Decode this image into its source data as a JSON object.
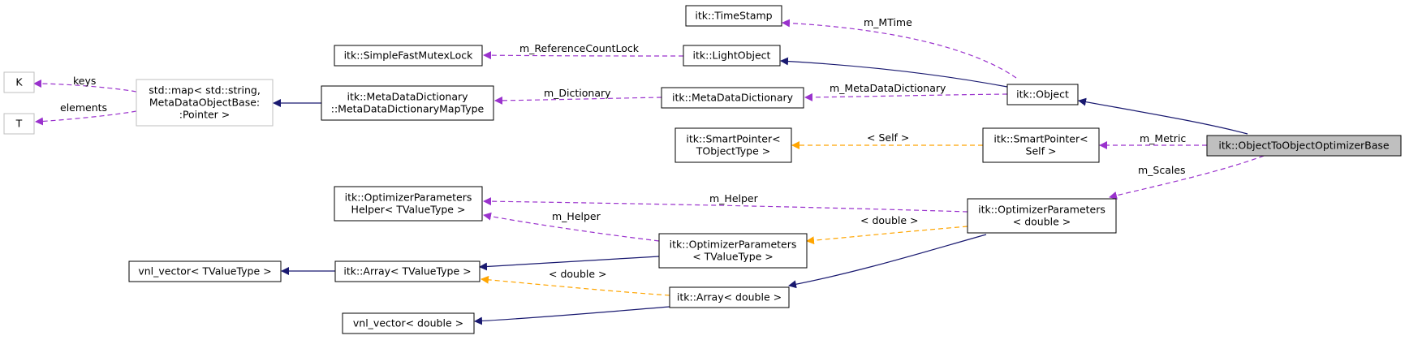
{
  "colors": {
    "inheritance": "#191970",
    "usage": "#9a32cd",
    "template": "#ffa500",
    "node_border": "#000000",
    "node_border_undocumented": "#bfbfbf",
    "focus_fill": "#bfbfbf"
  },
  "nodes": [
    {
      "id": "K",
      "lines": [
        "K"
      ],
      "style": "gray"
    },
    {
      "id": "T",
      "lines": [
        "T"
      ],
      "style": "gray"
    },
    {
      "id": "stdmap",
      "lines": [
        "std::map< std::string,",
        "MetaDataObjectBase:",
        ":Pointer >"
      ],
      "style": "gray"
    },
    {
      "id": "mddmap",
      "lines": [
        "itk::MetaDataDictionary",
        "::MetaDataDictionaryMapType"
      ],
      "style": "normal"
    },
    {
      "id": "sfml",
      "lines": [
        "itk::SimpleFastMutexLock"
      ],
      "style": "normal"
    },
    {
      "id": "timestamp",
      "lines": [
        "itk::TimeStamp"
      ],
      "style": "normal"
    },
    {
      "id": "lightobject",
      "lines": [
        "itk::LightObject"
      ],
      "style": "normal"
    },
    {
      "id": "mdd",
      "lines": [
        "itk::MetaDataDictionary"
      ],
      "style": "normal"
    },
    {
      "id": "object",
      "lines": [
        "itk::Object"
      ],
      "style": "normal"
    },
    {
      "id": "sp_t",
      "lines": [
        "itk::SmartPointer<",
        "TObjectType >"
      ],
      "style": "normal"
    },
    {
      "id": "sp_self",
      "lines": [
        "itk::SmartPointer<",
        "Self >"
      ],
      "style": "normal"
    },
    {
      "id": "focus",
      "lines": [
        "itk::ObjectToObjectOptimizerBase"
      ],
      "style": "focus"
    },
    {
      "id": "oph",
      "lines": [
        "itk::OptimizerParameters",
        "Helper< TValueType >"
      ],
      "style": "normal"
    },
    {
      "id": "op_double",
      "lines": [
        "itk::OptimizerParameters",
        "< double >"
      ],
      "style": "normal"
    },
    {
      "id": "op_tvalue",
      "lines": [
        "itk::OptimizerParameters",
        "< TValueType >"
      ],
      "style": "normal"
    },
    {
      "id": "vnl_tvalue",
      "lines": [
        "vnl_vector< TValueType >"
      ],
      "style": "normal"
    },
    {
      "id": "array_tvalue",
      "lines": [
        "itk::Array< TValueType >"
      ],
      "style": "normal"
    },
    {
      "id": "array_double",
      "lines": [
        "itk::Array< double >"
      ],
      "style": "normal"
    },
    {
      "id": "vnl_double",
      "lines": [
        "vnl_vector< double >"
      ],
      "style": "normal"
    }
  ],
  "edges": [
    {
      "id": "e_keys",
      "kind": "usage",
      "label": "keys"
    },
    {
      "id": "e_elements",
      "kind": "usage",
      "label": "elements"
    },
    {
      "id": "e_map_inherit",
      "kind": "inheritance",
      "label": ""
    },
    {
      "id": "e_refcount",
      "kind": "usage",
      "label": "m_ReferenceCountLock"
    },
    {
      "id": "e_dictionary",
      "kind": "usage",
      "label": "m_Dictionary"
    },
    {
      "id": "e_mtime",
      "kind": "usage",
      "label": "m_MTime"
    },
    {
      "id": "e_light_inherit",
      "kind": "inheritance",
      "label": ""
    },
    {
      "id": "e_mdd",
      "kind": "usage",
      "label": "m_MetaDataDictionary"
    },
    {
      "id": "e_object_inherit",
      "kind": "inheritance",
      "label": ""
    },
    {
      "id": "e_self",
      "kind": "template",
      "label": "< Self >"
    },
    {
      "id": "e_metric",
      "kind": "usage",
      "label": "m_Metric"
    },
    {
      "id": "e_scales",
      "kind": "usage",
      "label": "m_Scales"
    },
    {
      "id": "e_helper1",
      "kind": "usage",
      "label": "m_Helper"
    },
    {
      "id": "e_helper2",
      "kind": "usage",
      "label": "m_Helper"
    },
    {
      "id": "e_op_double_tmpl",
      "kind": "template",
      "label": "< double >"
    },
    {
      "id": "e_op_tvalue_inherit",
      "kind": "inheritance",
      "label": ""
    },
    {
      "id": "e_vnl_inherit",
      "kind": "inheritance",
      "label": ""
    },
    {
      "id": "e_array_double_tmpl",
      "kind": "template",
      "label": "< double >"
    },
    {
      "id": "e_op_double_inherit",
      "kind": "inheritance",
      "label": ""
    },
    {
      "id": "e_vnl_double_inherit",
      "kind": "inheritance",
      "label": ""
    }
  ]
}
